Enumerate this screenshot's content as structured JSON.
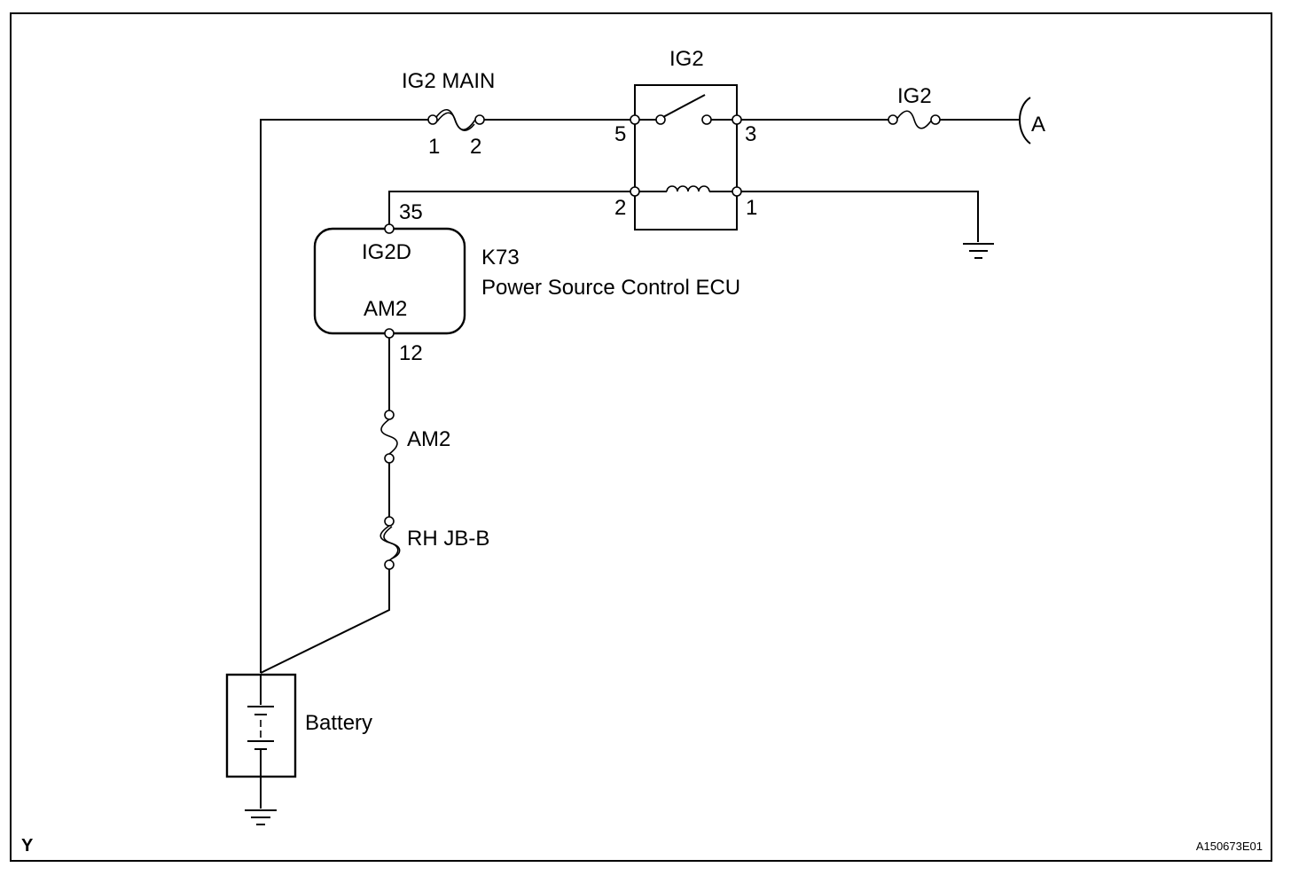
{
  "diagram": {
    "fuses": {
      "ig2_main": {
        "label": "IG2 MAIN",
        "pin_in": "1",
        "pin_out": "2"
      },
      "ig2": {
        "label": "IG2"
      },
      "am2": {
        "label": "AM2"
      },
      "rh_jb_b": {
        "label": "RH JB-B"
      }
    },
    "relay": {
      "label": "IG2",
      "pins": {
        "p5": "5",
        "p3": "3",
        "p2": "2",
        "p1": "1"
      }
    },
    "ecu": {
      "code": "K73",
      "name": "Power Source Control ECU",
      "terminal_ig2d": "IG2D",
      "terminal_am2": "AM2",
      "pin_ig2d": "35",
      "pin_am2": "12"
    },
    "connector_a": {
      "label": "A"
    },
    "battery": {
      "label": "Battery"
    },
    "corner_mark": "Y",
    "figure_id": "A150673E01"
  }
}
